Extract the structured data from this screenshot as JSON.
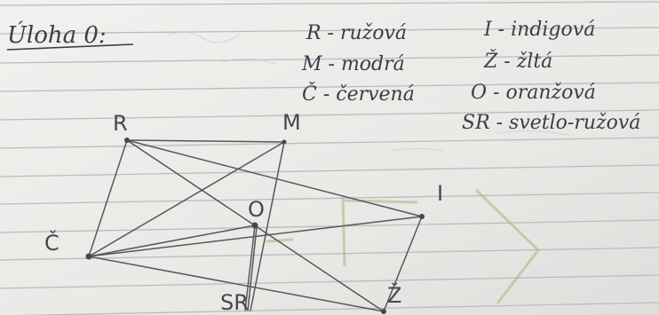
{
  "title": "Úloha 0:",
  "legend": [
    {
      "text": "R - ružová"
    },
    {
      "text": "M - modrá"
    },
    {
      "text": "Č - červená"
    },
    {
      "text": "I - indigová"
    },
    {
      "text": "Ž - žltá"
    },
    {
      "text": "O - oranžová"
    },
    {
      "text": "SR - svetlo-ružová"
    }
  ],
  "vertices": [
    {
      "label": "R"
    },
    {
      "label": "M"
    },
    {
      "label": "Č"
    },
    {
      "label": "I"
    },
    {
      "label": "O"
    },
    {
      "label": "SR"
    },
    {
      "label": "Ž"
    }
  ],
  "colors": {
    "paper": "#ededeb",
    "ruled_line": "#b9bcc2",
    "ink": "#3b3d47",
    "pencil": "#55575d",
    "bleed_through": "#a7b57a"
  }
}
